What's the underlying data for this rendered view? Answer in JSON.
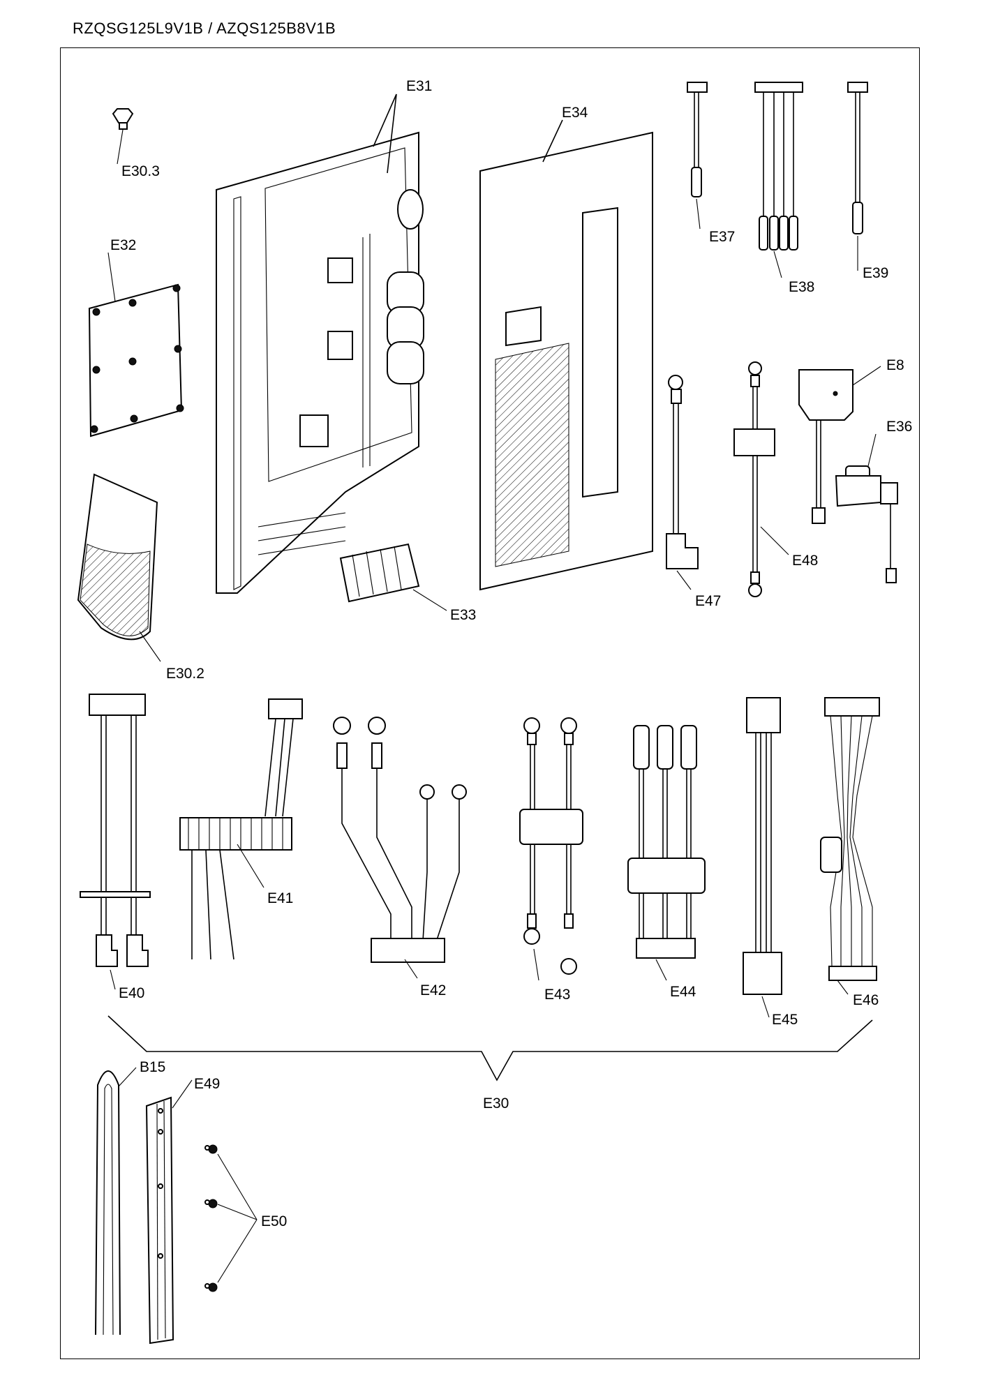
{
  "header": {
    "title": "RZQSG125L9V1B / AZQS125B8V1B"
  },
  "diagram": {
    "type": "exploded-parts-diagram",
    "parts": [
      {
        "id": "E30.3",
        "label": "E30.3",
        "description": "small bulb-shaped clip"
      },
      {
        "id": "E31",
        "label": "E31",
        "description": "PCB assembly on mounting plate"
      },
      {
        "id": "E32",
        "label": "E32",
        "description": "small PCB"
      },
      {
        "id": "E30.2",
        "label": "E30.2",
        "description": "insulation bag"
      },
      {
        "id": "E33",
        "label": "E33",
        "description": "terminal block"
      },
      {
        "id": "E34",
        "label": "E34",
        "description": "cover plate"
      },
      {
        "id": "E37",
        "label": "E37",
        "description": "thermistor single"
      },
      {
        "id": "E38",
        "label": "E38",
        "description": "thermistor 4-lead"
      },
      {
        "id": "E39",
        "label": "E39",
        "description": "thermistor single"
      },
      {
        "id": "E8",
        "label": "E8",
        "description": "sensor"
      },
      {
        "id": "E36",
        "label": "E36",
        "description": "pressure switch"
      },
      {
        "id": "E47",
        "label": "E47",
        "description": "wire harness with connector"
      },
      {
        "id": "E48",
        "label": "E48",
        "description": "wire with ferrite core"
      },
      {
        "id": "E40",
        "label": "E40",
        "description": "wire harness"
      },
      {
        "id": "E41",
        "label": "E41",
        "description": "wire harness with coil"
      },
      {
        "id": "E42",
        "label": "E42",
        "description": "wire harness ring terminals"
      },
      {
        "id": "E43",
        "label": "E43",
        "description": "wire harness with ferrite"
      },
      {
        "id": "E44",
        "label": "E44",
        "description": "3-lead harness"
      },
      {
        "id": "E45",
        "label": "E45",
        "description": "connector harness"
      },
      {
        "id": "E46",
        "label": "E46",
        "description": "multi-wire harness"
      },
      {
        "id": "E30",
        "label": "E30",
        "description": "group bracket for E40-E46"
      },
      {
        "id": "B15",
        "label": "B15",
        "description": "U-bend tube"
      },
      {
        "id": "E49",
        "label": "E49",
        "description": "rail bracket"
      },
      {
        "id": "E50",
        "label": "E50",
        "description": "screws (x3)"
      }
    ]
  }
}
